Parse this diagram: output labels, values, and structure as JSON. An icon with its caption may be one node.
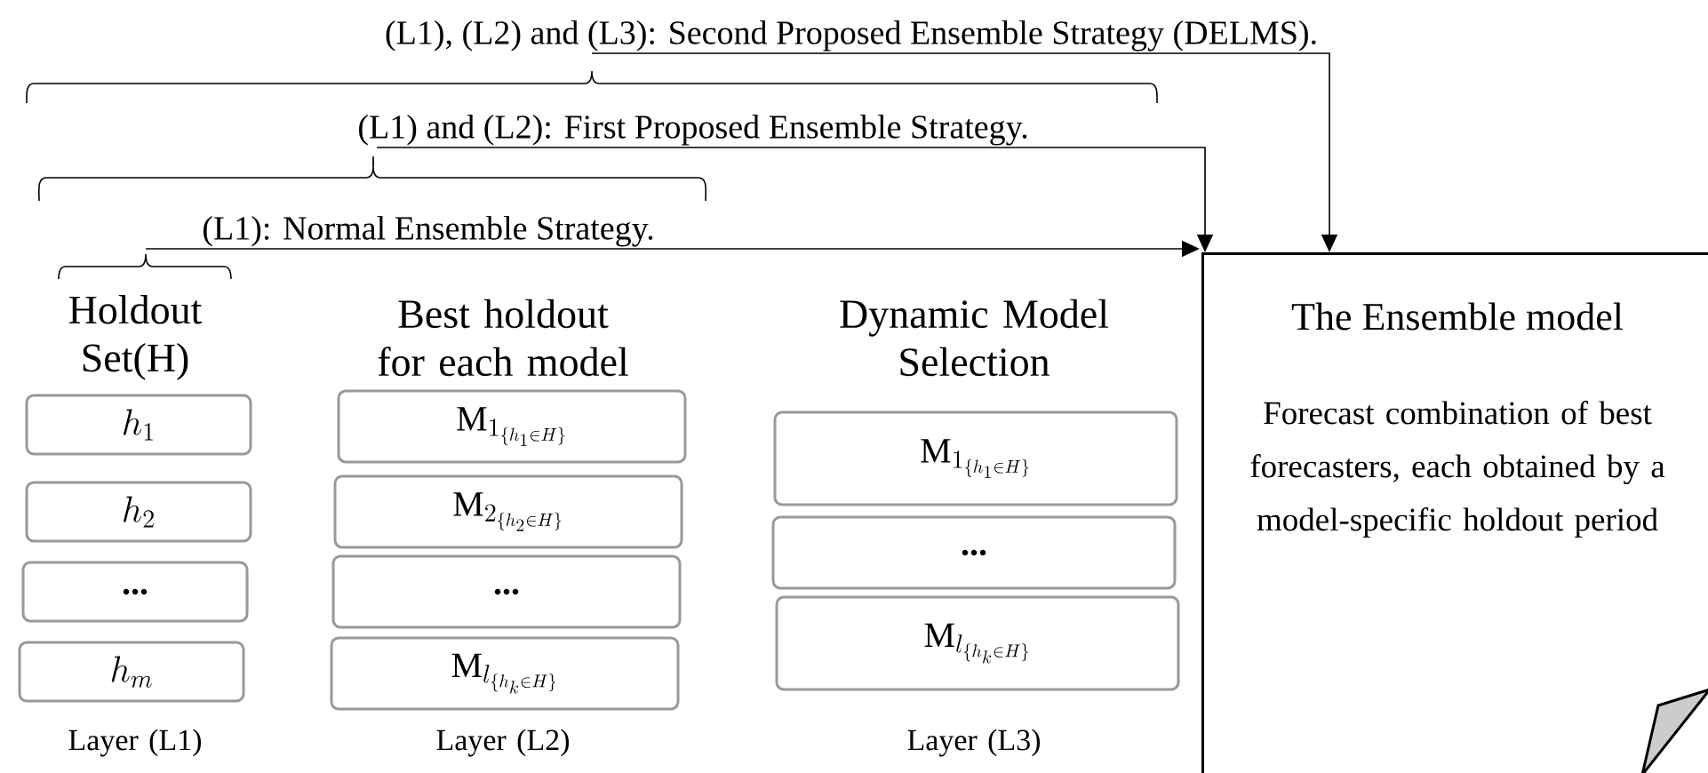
{
  "diagram": {
    "nodes": [
      {
        "text": [
          "(L1), (L2) and (L3): Second Proposed Ensemble Strategy (DELMS)."
        ]
      },
      {
        "text": [
          "(L1) and (L2): First Proposed Ensemble Strategy."
        ]
      },
      {
        "text": [
          "(L1): Normal Ensemble Strategy."
        ]
      },
      {
        "text": [
          "h_1"
        ]
      },
      {
        "text": [
          "h_2"
        ]
      },
      {
        "text": [
          "..."
        ]
      },
      {
        "text": [
          "h_m"
        ]
      },
      {
        "text": [
          "\\mathrm{M}_{1_{\\{h_1 \\in H\\}}}"
        ]
      },
      {
        "text": [
          "\\mathrm{M}_{2_{\\{h_2 \\in H\\}}}"
        ]
      },
      {
        "text": [
          "..."
        ]
      },
      {
        "text": [
          "\\mathrm{M}_{l_{\\{h_k \\in H\\}}}"
        ]
      },
      {
        "text": [
          "\\mathrm{M}_{1_{\\{h_1 \\in H\\}}}"
        ]
      },
      {
        "text": [
          "..."
        ]
      },
      {
        "text": [
          "\\mathrm{M}_{l_{\\{h_k \\in H\\}}}"
        ]
      },
      {
        "text": [
          "The Ensemble model",
          "Forecast combination of best forecasters, each obtained by a model-specific holdout period"
        ]
      }
    ],
    "edges": [
      {
        "from": 0,
        "to": 14,
        "arrow": "to"
      },
      {
        "from": 1,
        "to": 14,
        "arrow": "to"
      },
      {
        "from": 2,
        "to": 14,
        "arrow": "to"
      }
    ],
    "labels": [
      "Holdout Set(H)",
      "Best holdout for each model",
      "Dynamic Model Selection",
      "Layer (L1)",
      "Layer (L2)",
      "Layer (L3)"
    ]
  }
}
